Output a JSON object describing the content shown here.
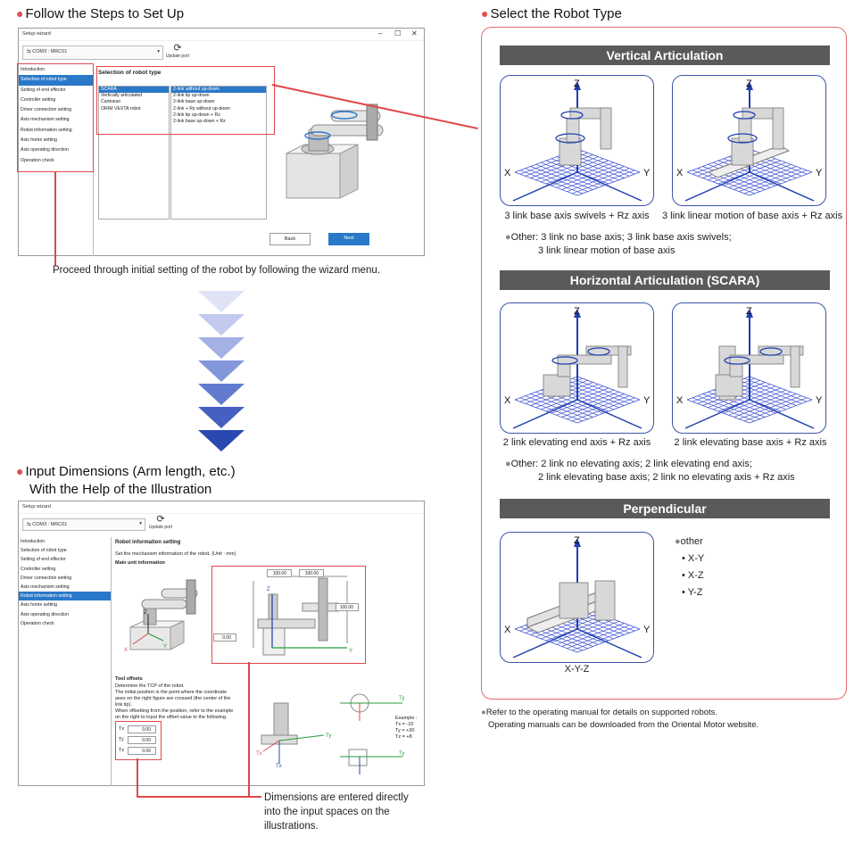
{
  "left": {
    "heading1": "Follow the Steps to Set Up",
    "heading2_line1": "Input Dimensions (Arm length, etc.)",
    "heading2_line2": "With the Help of the Illustration",
    "caption1": "Proceed through initial setting of the robot by following the wizard menu.",
    "caption2": "Dimensions are entered directly into the input spaces on the illustrations."
  },
  "wizard": {
    "title": "Setup wizard",
    "port": "COM3 : MRC01",
    "update_port": "Update port",
    "menu": [
      "Introduction",
      "Selection of robot type",
      "Setting of end effector",
      "Controller setting",
      "Driver connection setting",
      "Axis mechanism setting",
      "Robot information setting",
      "Axis home setting",
      "Axis operating direction",
      "Operation check"
    ],
    "w1_selected": 1,
    "w2_selected": 6
  },
  "window1": {
    "section_title": "Selection of robot type",
    "types": [
      "SCARA",
      "Vertically articulated",
      "Cartesian",
      "ORIM VEXTA robot"
    ],
    "links": [
      "2-link without up-down",
      "2-link tip up-down",
      "2-link base up-down",
      "2-link + Rz without up-down",
      "2-link tip up-down + Rz",
      "2-link base up-down + Rz"
    ],
    "back": "Back",
    "next": "Next"
  },
  "window2": {
    "section_title": "Robot information setting",
    "instruction": "Set the mechanism information of the robot. (Unit : mm)",
    "main_unit": "Main unit information",
    "dim_a": "100.00",
    "dim_b": "100.00",
    "dim_c": "100.00",
    "dim_d": "0.00",
    "tool_offsets": "Tool offsets",
    "tool_text": [
      "Determine the TCP of the robot.",
      "The initial position is the point where the coordinate",
      "axes on the right figure are crossed (the center of the",
      "link tip).",
      "When offsetting from the position, refer to the example",
      "on the right to input the offset value to the following."
    ],
    "tx_label": "Tx",
    "ty_label": "Ty",
    "tz_label": "Tz",
    "tx": "0.00",
    "ty": "0.00",
    "tz": "0.00",
    "example": [
      "Example :",
      "Tx = -10",
      "Ty = +30",
      "Tz = +8"
    ]
  },
  "right": {
    "heading": "Select the Robot Type",
    "vertical": {
      "title": "Vertical Articulation",
      "cap1": "3 link base axis swivels + Rz axis",
      "cap2": "3 link linear motion of base axis + Rz axis",
      "other_label": "Other:",
      "other_line1": "3 link no base axis; 3 link base axis swivels;",
      "other_line2": "3 link linear motion of base axis"
    },
    "horizontal": {
      "title": "Horizontal Articulation (SCARA)",
      "cap1": "2 link elevating end axis + Rz axis",
      "cap2": "2 link elevating base axis + Rz axis",
      "other_label": "Other:",
      "other_line1": "2 link no elevating axis; 2 link elevating end axis;",
      "other_line2": "2 link elevating base axis; 2 link no elevating axis + Rz axis"
    },
    "perpendicular": {
      "title": "Perpendicular",
      "cap": "X-Y-Z",
      "other_label": "other",
      "items": [
        "X-Y",
        "X-Z",
        "Y-Z"
      ]
    },
    "axis_x": "X",
    "axis_y": "Y",
    "axis_z": "Z",
    "footnote1": "Refer to the operating manual for details on supported robots.",
    "footnote2": "Operating manuals can be downloaded from the Oriental Motor website."
  },
  "colors": {
    "accent_red": "#e04848",
    "navy": "#3a56a6",
    "selection_blue": "#2a78c9",
    "banner_gray": "#5a5a5a"
  }
}
